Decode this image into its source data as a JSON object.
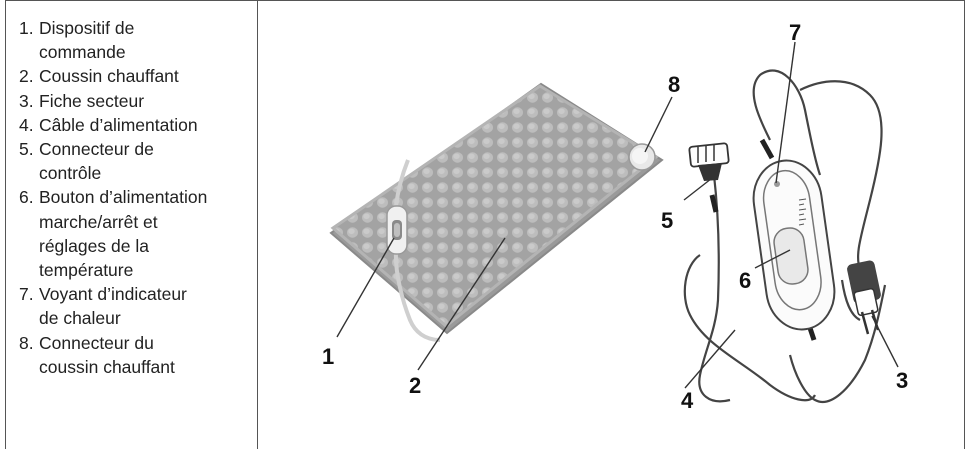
{
  "legend": [
    {
      "num": "1.",
      "line1": "Dispositif de",
      "line2": "commande"
    },
    {
      "num": "2.",
      "line1": "Coussin chauffant"
    },
    {
      "num": "3.",
      "line1": "Fiche secteur"
    },
    {
      "num": "4.",
      "line1": "Câble d’alimentation"
    },
    {
      "num": "5.",
      "line1": "Connecteur de",
      "line2": "contrôle"
    },
    {
      "num": "6.",
      "line1": "Bouton d’alimentation",
      "line2": "marche/arrêt et",
      "line3": "réglages de la",
      "line4": "température"
    },
    {
      "num": "7.",
      "line1": "Voyant d’indicateur",
      "line2": "de chaleur"
    },
    {
      "num": "8.",
      "line1": "Connecteur du",
      "line2": "coussin chauffant"
    }
  ],
  "callouts": [
    "1",
    "2",
    "3",
    "4",
    "5",
    "6",
    "7",
    "8"
  ],
  "colors": {
    "pad": "#a9a9a9",
    "pad_dark": "#8e8e8e",
    "line": "#333333"
  }
}
